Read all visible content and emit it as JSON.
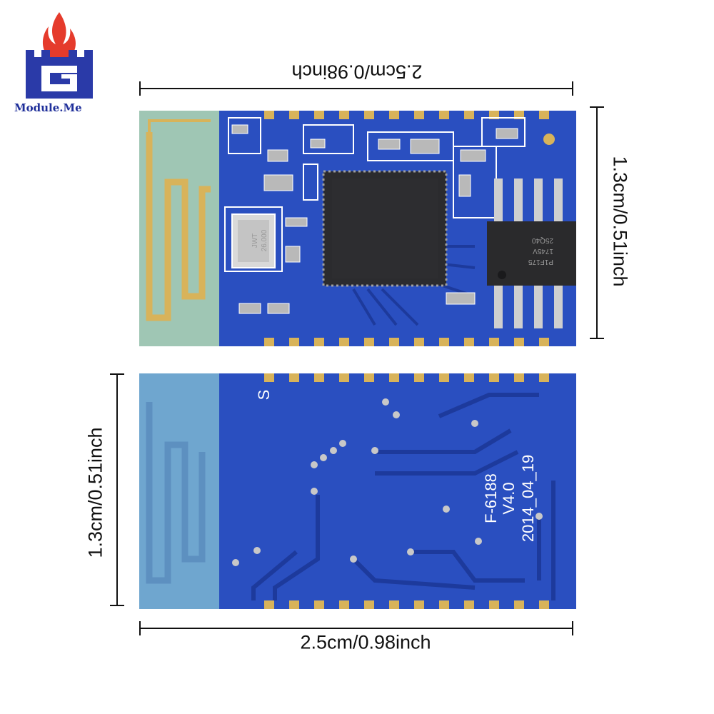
{
  "logo": {
    "brand_text": "Module.Me",
    "letter": "G",
    "colors": {
      "flame": "#e53b2c",
      "tower": "#2a3aa8",
      "text": "#1f2f9a"
    }
  },
  "top_module": {
    "width_label": "2.5cm/0.98inch",
    "height_label": "1.3cm/0.51inch",
    "crystal_marking": [
      "JWT",
      "26.000"
    ],
    "flash_marking": [
      "25Q40",
      "1745V",
      "P1F175"
    ]
  },
  "bottom_module": {
    "width_label": "2.5cm/0.98inch",
    "height_label": "1.3cm/0.51inch",
    "silkscreen": {
      "side": "S",
      "model": "F-6188",
      "version": "V4.0",
      "date": "2014_04_19"
    }
  },
  "colors": {
    "pcb_blue": "#2a4fc0",
    "pcb_dark": "#1d3a9c",
    "gold": "#d8b35a",
    "antenna_bg": "#9fc6b4"
  }
}
